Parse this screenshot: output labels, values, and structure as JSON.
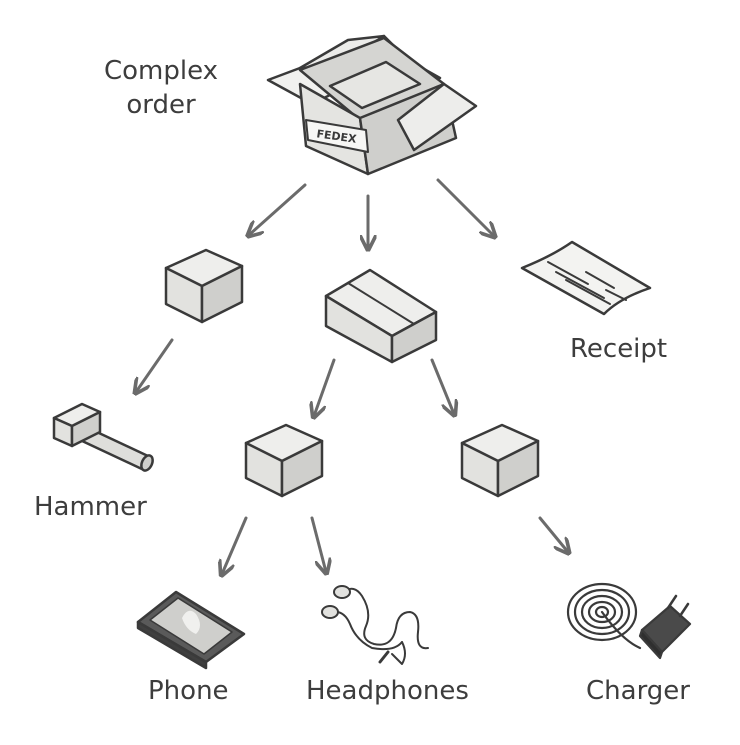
{
  "root": {
    "label_line1": "Complex",
    "label_line2": "order",
    "box_tag": "FEDEX"
  },
  "items": {
    "hammer": "Hammer",
    "receipt": "Receipt",
    "phone": "Phone",
    "headphones": "Headphones",
    "charger": "Charger"
  },
  "colors": {
    "stroke": "#3a3a3a",
    "box_top": "#eeeeec",
    "box_left": "#e2e2df",
    "box_right": "#cfcfcc",
    "arrow": "#6b6b6b",
    "label": "#3d3d3d"
  }
}
